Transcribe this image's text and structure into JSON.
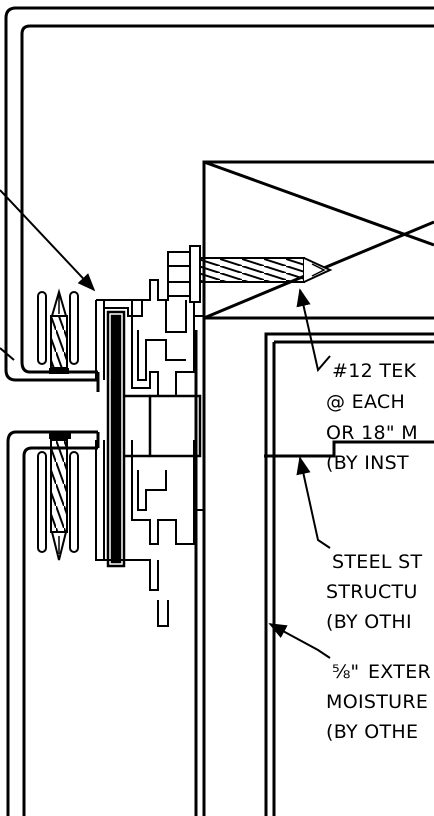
{
  "callouts": {
    "screw": {
      "lines": [
        "#12 TEK",
        "@ EACH",
        "OR 18\" M",
        "(BY INST"
      ]
    },
    "stud": {
      "lines": [
        "STEEL ST",
        "STRUCTU",
        "(BY OTHI"
      ]
    },
    "sheathing": {
      "fraction": "⅝\"",
      "lines": [
        "EXTER",
        "MOISTURE",
        "(BY OTHE"
      ]
    }
  }
}
